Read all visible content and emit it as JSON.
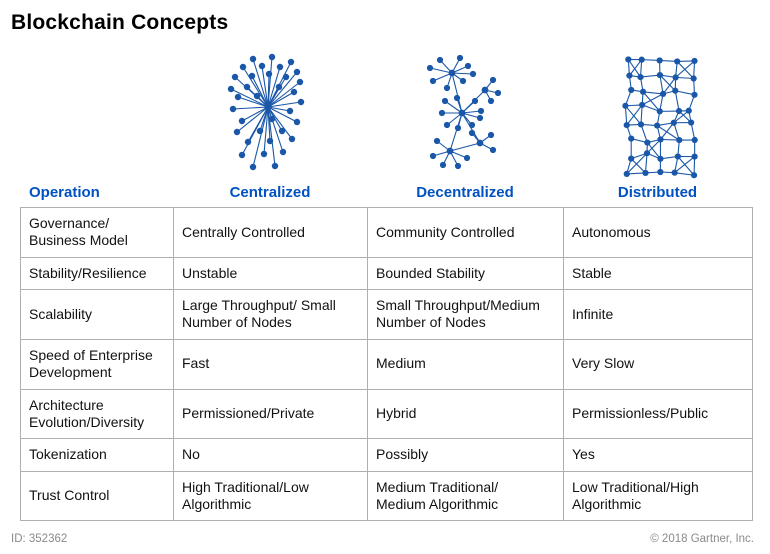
{
  "page": {
    "title": "Blockchain Concepts",
    "footer_left": "ID: 352362",
    "footer_right": "© 2018 Gartner, Inc."
  },
  "colors": {
    "header_blue": "#0052C2",
    "network_blue": "#1A57A8",
    "border_gray": "#B0B0B0",
    "footer_gray": "#8A8A8A"
  },
  "diagrams": [
    {
      "id": "centralized",
      "style": "star-network"
    },
    {
      "id": "decentralized",
      "style": "clustered-network"
    },
    {
      "id": "distributed",
      "style": "mesh-network"
    }
  ],
  "table": {
    "operation_header": "Operation",
    "column_headers": [
      "Centralized",
      "Decentralized",
      "Distributed"
    ],
    "rows": [
      {
        "operation": "Governance/\nBusiness Model",
        "centralized": "Centrally Controlled",
        "decentralized": "Community Controlled",
        "distributed": "Autonomous"
      },
      {
        "operation": "Stability/Resilience",
        "centralized": "Unstable",
        "decentralized": "Bounded Stability",
        "distributed": "Stable"
      },
      {
        "operation": "Scalability",
        "centralized": "Large Throughput/ Small\nNumber of  Nodes",
        "decentralized": "Small Throughput/Medium\nNumber of Nodes",
        "distributed": "Infinite"
      },
      {
        "operation": "Speed of Enterprise\nDevelopment",
        "centralized": "Fast",
        "decentralized": "Medium",
        "distributed": "Very Slow"
      },
      {
        "operation": "Architecture\nEvolution/Diversity",
        "centralized": "Permissioned/Private",
        "decentralized": "Hybrid",
        "distributed": "Permissionless/Public"
      },
      {
        "operation": "Tokenization",
        "centralized": "No",
        "decentralized": "Possibly",
        "distributed": "Yes"
      },
      {
        "operation": "Trust Control",
        "centralized": "High Traditional/Low\nAlgorithmic",
        "decentralized": "Medium Traditional/\nMedium Algorithmic",
        "distributed": "Low Traditional/High\nAlgorithmic"
      }
    ]
  }
}
